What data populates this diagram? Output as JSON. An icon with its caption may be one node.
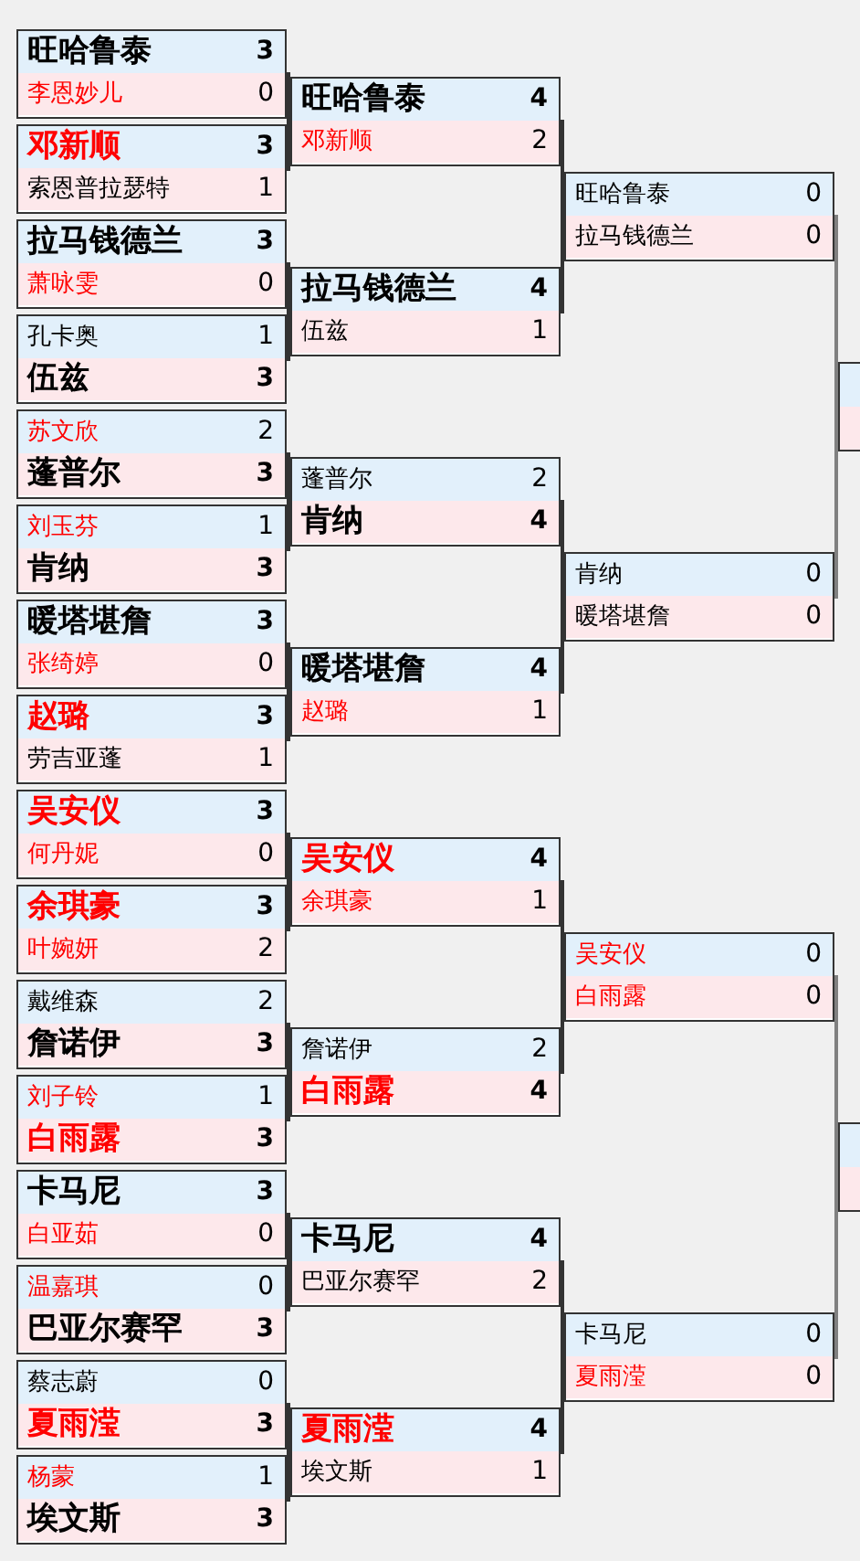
{
  "diagram": {
    "nodes": [
      {
        "text": [],
        "shape": "box"
      },
      {
        "text": [
          "旺哈鲁泰",
          "3"
        ],
        "in": 0
      },
      {
        "text": [
          "李恩妙儿",
          "0"
        ],
        "in": 0
      },
      {
        "text": [],
        "shape": "box"
      },
      {
        "text": [
          "邓新顺",
          "3"
        ],
        "in": 3
      },
      {
        "text": [
          "索恩普拉瑟特",
          "1"
        ],
        "in": 3
      },
      {
        "text": [],
        "shape": "box"
      },
      {
        "text": [
          "拉马钱德兰",
          "3"
        ],
        "in": 6
      },
      {
        "text": [
          "萧咏雯",
          "0"
        ],
        "in": 6
      },
      {
        "text": [],
        "shape": "box"
      },
      {
        "text": [
          "孔卡奥",
          "1"
        ],
        "in": 9
      },
      {
        "text": [
          "伍兹",
          "3"
        ],
        "in": 9
      },
      {
        "text": [],
        "shape": "box"
      },
      {
        "text": [
          "苏文欣",
          "2"
        ],
        "in": 12
      },
      {
        "text": [
          "蓬普尔",
          "3"
        ],
        "in": 12
      },
      {
        "text": [],
        "shape": "box"
      },
      {
        "text": [
          "刘玉芬",
          "1"
        ],
        "in": 15
      },
      {
        "text": [
          "肯纳",
          "3"
        ],
        "in": 15
      },
      {
        "text": [],
        "shape": "box"
      },
      {
        "text": [
          "暖塔堪詹",
          "3"
        ],
        "in": 18
      },
      {
        "text": [
          "张绮婷",
          "0"
        ],
        "in": 18
      },
      {
        "text": [],
        "shape": "box"
      },
      {
        "text": [
          "赵璐",
          "3"
        ],
        "in": 21
      },
      {
        "text": [
          "劳吉亚蓬",
          "1"
        ],
        "in": 21
      },
      {
        "text": [],
        "shape": "box"
      },
      {
        "text": [
          "吴安仪",
          "3"
        ],
        "in": 24
      },
      {
        "text": [
          "何丹妮",
          "0"
        ],
        "in": 24
      },
      {
        "text": [],
        "shape": "box"
      },
      {
        "text": [
          "余琪豪",
          "3"
        ],
        "in": 27
      },
      {
        "text": [
          "叶婉妍",
          "2"
        ],
        "in": 27
      },
      {
        "text": [],
        "shape": "box"
      },
      {
        "text": [
          "戴维森",
          "2"
        ],
        "in": 30
      },
      {
        "text": [
          "詹诺伊",
          "3"
        ],
        "in": 30
      },
      {
        "text": [],
        "shape": "box"
      },
      {
        "text": [
          "刘子铃",
          "1"
        ],
        "in": 33
      },
      {
        "text": [
          "白雨露",
          "3"
        ],
        "in": 33
      },
      {
        "text": [],
        "shape": "box"
      },
      {
        "text": [
          "卡马尼",
          "3"
        ],
        "in": 36
      },
      {
        "text": [
          "白亚茹",
          "0"
        ],
        "in": 36
      },
      {
        "text": [],
        "shape": "box"
      },
      {
        "text": [
          "温嘉琪",
          "0"
        ],
        "in": 39
      },
      {
        "text": [
          "巴亚尔赛罕",
          "3"
        ],
        "in": 39
      },
      {
        "text": [],
        "shape": "box"
      },
      {
        "text": [
          "蔡志蔚",
          "0"
        ],
        "in": 42
      },
      {
        "text": [
          "夏雨滢",
          "3"
        ],
        "in": 42
      },
      {
        "text": [],
        "shape": "box"
      },
      {
        "text": [
          "杨蒙",
          "1"
        ],
        "in": 45
      },
      {
        "text": [
          "埃文斯",
          "3"
        ],
        "in": 45
      },
      {
        "text": [],
        "shape": "box"
      },
      {
        "text": [
          "旺哈鲁泰",
          "4"
        ],
        "in": 48
      },
      {
        "text": [
          "邓新顺",
          "2"
        ],
        "in": 48
      },
      {
        "text": [],
        "shape": "box"
      },
      {
        "text": [
          "拉马钱德兰",
          "4"
        ],
        "in": 51
      },
      {
        "text": [
          "伍兹",
          "1"
        ],
        "in": 51
      },
      {
        "text": [],
        "shape": "box"
      },
      {
        "text": [
          "蓬普尔",
          "2"
        ],
        "in": 54
      },
      {
        "text": [
          "肯纳",
          "4"
        ],
        "in": 54
      },
      {
        "text": [],
        "shape": "box"
      },
      {
        "text": [
          "暖塔堪詹",
          "4"
        ],
        "in": 57
      },
      {
        "text": [
          "赵璐",
          "1"
        ],
        "in": 57
      },
      {
        "text": [],
        "shape": "box"
      },
      {
        "text": [
          "吴安仪",
          "4"
        ],
        "in": 60
      },
      {
        "text": [
          "余琪豪",
          "1"
        ],
        "in": 60
      },
      {
        "text": [],
        "shape": "box"
      },
      {
        "text": [
          "詹诺伊",
          "2"
        ],
        "in": 63
      },
      {
        "text": [
          "白雨露",
          "4"
        ],
        "in": 63
      },
      {
        "text": [],
        "shape": "box"
      },
      {
        "text": [
          "卡马尼",
          "4"
        ],
        "in": 66
      },
      {
        "text": [
          "巴亚尔赛罕",
          "2"
        ],
        "in": 66
      },
      {
        "text": [],
        "shape": "box"
      },
      {
        "text": [
          "夏雨滢",
          "4"
        ],
        "in": 69
      },
      {
        "text": [
          "埃文斯",
          "1"
        ],
        "in": 69
      },
      {
        "text": [],
        "shape": "box"
      },
      {
        "text": [
          "旺哈鲁泰",
          "0"
        ],
        "in": 72
      },
      {
        "text": [
          "拉马钱德兰",
          "0"
        ],
        "in": 72
      },
      {
        "text": [],
        "shape": "box"
      },
      {
        "text": [
          "肯纳",
          "0"
        ],
        "in": 75
      },
      {
        "text": [
          "暖塔堪詹",
          "0"
        ],
        "in": 75
      },
      {
        "text": [],
        "shape": "box"
      },
      {
        "text": [
          "吴安仪",
          "0"
        ],
        "in": 78
      },
      {
        "text": [
          "白雨露",
          "0"
        ],
        "in": 78
      },
      {
        "text": [],
        "shape": "box"
      },
      {
        "text": [
          "卡马尼",
          "0"
        ],
        "in": 81
      },
      {
        "text": [
          "夏雨滢",
          "0"
        ],
        "in": 81
      },
      {
        "text": [],
        "shape": "box"
      },
      {
        "text": [],
        "shape": "box"
      }
    ],
    "edges": [
      {
        "from": 0,
        "to": 48,
        "arrow": "none"
      },
      {
        "from": 3,
        "to": 48,
        "arrow": "none"
      },
      {
        "from": 6,
        "to": 51,
        "arrow": "none"
      },
      {
        "from": 9,
        "to": 51,
        "arrow": "none"
      },
      {
        "from": 12,
        "to": 54,
        "arrow": "none"
      },
      {
        "from": 15,
        "to": 54,
        "arrow": "none"
      },
      {
        "from": 18,
        "to": 57,
        "arrow": "none"
      },
      {
        "from": 21,
        "to": 57,
        "arrow": "none"
      },
      {
        "from": 24,
        "to": 60,
        "arrow": "none"
      },
      {
        "from": 27,
        "to": 60,
        "arrow": "none"
      },
      {
        "from": 30,
        "to": 63,
        "arrow": "none"
      },
      {
        "from": 33,
        "to": 63,
        "arrow": "none"
      },
      {
        "from": 36,
        "to": 66,
        "arrow": "none"
      },
      {
        "from": 39,
        "to": 66,
        "arrow": "none"
      },
      {
        "from": 42,
        "to": 69,
        "arrow": "none"
      },
      {
        "from": 45,
        "to": 69,
        "arrow": "none"
      },
      {
        "from": 48,
        "to": 72,
        "arrow": "none"
      },
      {
        "from": 51,
        "to": 72,
        "arrow": "none"
      },
      {
        "from": 54,
        "to": 75,
        "arrow": "none"
      },
      {
        "from": 57,
        "to": 75,
        "arrow": "none"
      },
      {
        "from": 60,
        "to": 78,
        "arrow": "none"
      },
      {
        "from": 63,
        "to": 78,
        "arrow": "none"
      },
      {
        "from": 66,
        "to": 81,
        "arrow": "none"
      },
      {
        "from": 69,
        "to": 81,
        "arrow": "none"
      },
      {
        "from": 72,
        "to": 84,
        "arrow": "none",
        "color": "#808080"
      },
      {
        "from": 75,
        "to": 84,
        "arrow": "none",
        "color": "#808080"
      },
      {
        "from": 78,
        "to": 85,
        "arrow": "none",
        "color": "#808080"
      },
      {
        "from": 81,
        "to": 85,
        "arrow": "none",
        "color": "#808080"
      }
    ]
  }
}
